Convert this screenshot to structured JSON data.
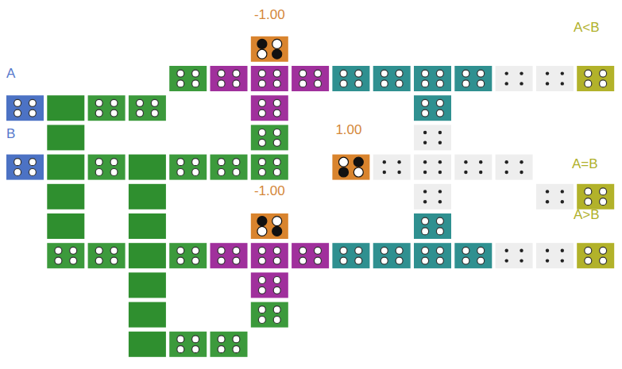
{
  "diagram": {
    "labels": [
      "-1.00",
      "A<B",
      "A",
      "B",
      "1.00",
      "A=B",
      "-1.00",
      "A>B"
    ]
  }
}
